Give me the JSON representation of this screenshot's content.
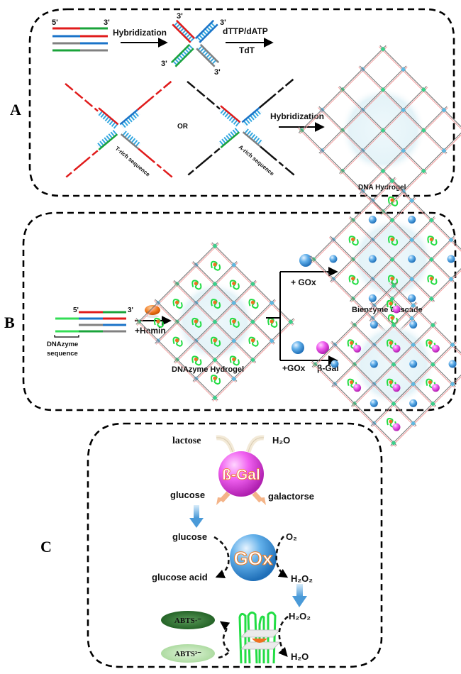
{
  "figure": {
    "panels": [
      {
        "id": "A",
        "label": "A",
        "strand_end_5": "5'",
        "strand_end_3": "3'",
        "step1_label": "Hybridization",
        "step2_label_top": "dTTP/dATP",
        "step2_label_bottom": "TdT",
        "x_junction_ends": [
          "3'",
          "3'",
          "3'",
          "3'"
        ],
        "or_label": "OR",
        "t_rich_label": "T-rich sequence",
        "a_rich_label": "A-rich sequence",
        "step3_label": "Hybridization",
        "product_label": "DNA Hydrogel"
      },
      {
        "id": "B",
        "label": "B",
        "strand_end_5": "5'",
        "strand_end_3": "3'",
        "dnazyme_label_line1": "DNAzyme",
        "dnazyme_label_line2": "sequence",
        "hemin_label": "+Hemin",
        "hydrogel_label": "DNAzyme Hydrogel",
        "branch_top_label": "+ GOx",
        "branch_top_product": "Bienzyme Cascade",
        "branch_bottom_label_gox": "+GOx",
        "branch_bottom_label_gal": "β-Gal"
      },
      {
        "id": "C",
        "label": "C",
        "bgal_enzyme": "ß-Gal",
        "substrate_lactose": "lactose",
        "substrate_water": "H₂O",
        "product_glucose": "glucose",
        "product_galactose": "galactorse",
        "gox_input_glucose": "glucose",
        "gox_enzyme": "GOx",
        "gox_input_o2": "O₂",
        "gox_product_acid": "glucose acid",
        "gox_product_h2o2": "H₂O₂",
        "hrp_input_h2o2": "H₂O₂",
        "hrp_product_h2o": "H₂O",
        "abts_oxidized": "ABTS·⁻",
        "abts_reduced": "ABTS²⁻"
      }
    ],
    "colors": {
      "red_strand": "#e01b1b",
      "green_strand": "#1aa33a",
      "blue_strand": "#1a73c8",
      "gray_strand": "#808080",
      "base_pairs": "#33a7e0",
      "gox_blue": "#3a8fd0",
      "bgal_magenta": "#e040e0",
      "hemin_orange": "#f07020",
      "dnazyme_green": "#22dd44"
    }
  }
}
